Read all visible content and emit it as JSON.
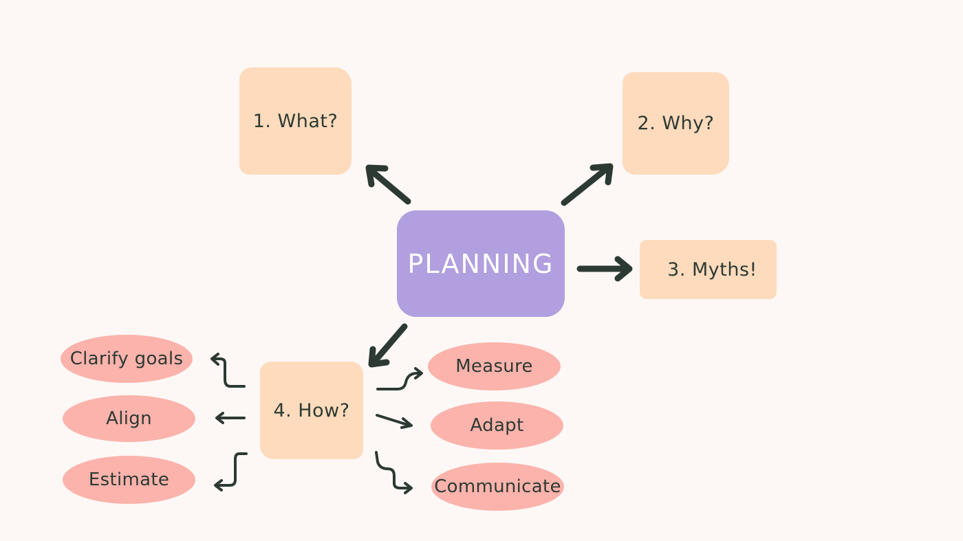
{
  "center": {
    "label": "PLANNING"
  },
  "boxes": {
    "what": "1.  What?",
    "why": "2. Why?",
    "myths": "3. Myths!",
    "how": "4. How?"
  },
  "ovals": {
    "clarify": "Clarify goals",
    "align": "Align",
    "estimate": "Estimate",
    "measure": "Measure",
    "adapt": "Adapt",
    "communicate": "Communicate"
  },
  "colors": {
    "background": "#fdf8f5",
    "center_fill": "#b19fdf",
    "box_fill": "#fddbbc",
    "oval_fill": "#fbb3ac",
    "arrow": "#2d3a33"
  }
}
